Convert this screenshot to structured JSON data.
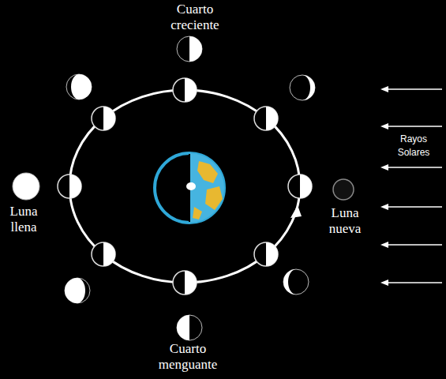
{
  "diagram": {
    "labels": [
      "Cuarto creciente",
      "Rayos Solares",
      "Luna llena",
      "Luna nueva",
      "Cuarto menguante"
    ]
  }
}
